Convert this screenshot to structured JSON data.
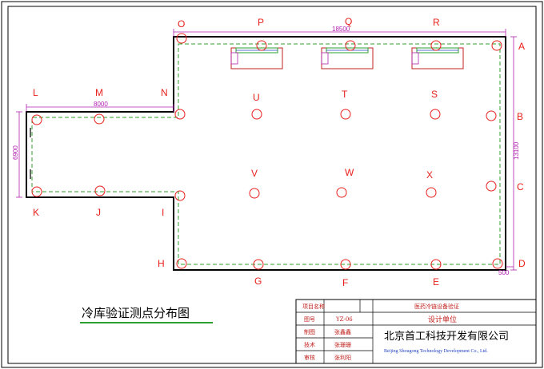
{
  "drawing": {
    "title": "冷库验证测点分布图",
    "dimensions": {
      "top_width": "18500",
      "left_width": "8000",
      "left_height": "6900",
      "right_height": "13100",
      "bottom_right_small": "500"
    },
    "colors": {
      "wall": "#000000",
      "dashed_boundary": "#2ca02c",
      "measure_point": "#e8201c",
      "dimension": "#b020b0",
      "frame": "#000000"
    },
    "point_labels": [
      "O",
      "P",
      "Q",
      "R",
      "A",
      "B",
      "C",
      "D",
      "E",
      "F",
      "G",
      "H",
      "I",
      "J",
      "K",
      "L",
      "M",
      "N",
      "U",
      "T",
      "S",
      "V",
      "W",
      "X"
    ]
  },
  "title_block": {
    "row1_left": "项目名称",
    "row1_right": "医药冷链设备验证",
    "row2_left": "图号",
    "row2_value": "YZ-06",
    "row2_right": "设计单位",
    "row3_left": "制图",
    "row3_value": "张鑫鑫",
    "row4_left": "技术",
    "row4_value": "张珊珊",
    "row5_left": "审核",
    "row5_value": "张利阳",
    "company_cn": "北京首工科技开发有限公司",
    "company_en": "Beijing Shougong Technology Development Co., Ltd."
  }
}
